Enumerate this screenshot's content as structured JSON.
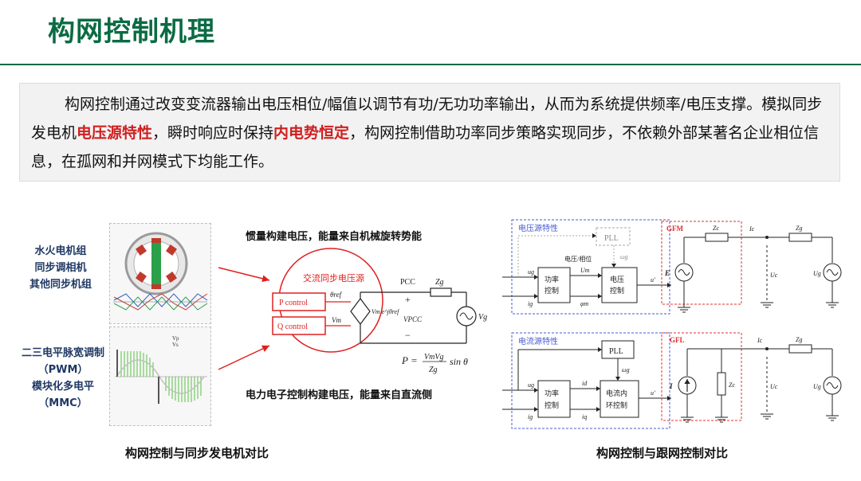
{
  "page": {
    "title": "构网控制机理"
  },
  "intro": {
    "part1": "构网控制通过改变变流器输出电压相位/幅值以调节有功/无功功率输出，从而为系统提供频率/电压支撑。模拟同步发电机",
    "hl1": "电压源特性",
    "part2": "，瞬时响应时保持",
    "hl2": "内电势恒定",
    "part3": "，构网控制借助功率同步策略实现同步，不依赖外部某著名企业相位信息，在孤网和并网模式下均能工作。"
  },
  "left": {
    "label1": [
      "水火电机组",
      "同步调相机",
      "其他同步机组"
    ],
    "label2": [
      "二三电平脉宽调制",
      "（PWM）",
      "模块化多电平",
      "（MMC）"
    ],
    "note_top": "惯量构建电压，能量来自机械旋转势能",
    "note_bottom": "电力电子控制构建电压，能量来自直流侧",
    "caption": "构网控制与同步发电机对比",
    "pwm_legend": [
      "Vp",
      "Vs"
    ],
    "circuit": {
      "source_label": "交流同步电压源",
      "p_control": "P control",
      "q_control": "Q control",
      "theta": "θref",
      "vm": "Vm",
      "source_expr": "Vm e^jθref",
      "pcc": "PCC",
      "zg": "Zg",
      "vpcc": "VPCC",
      "vg": "Vg",
      "plus": "+",
      "minus": "−",
      "formula_lhs": "P =",
      "formula_num": "VmVg",
      "formula_den": "Zg",
      "formula_tail": "sin θ"
    }
  },
  "right": {
    "caption": "构网控制与跟网控制对比",
    "gfm": {
      "region_label": "电压源特性",
      "pll": "PLL",
      "omega": "ωg",
      "ug": "ug",
      "ig": "ig",
      "block1": [
        "功率",
        "控制"
      ],
      "block2": [
        "电压",
        "控制"
      ],
      "um": "Um",
      "phi": "φm",
      "mid_label": "电压/相位",
      "uout": "u'",
      "type": "GFM",
      "zc": "Zc",
      "ic": "Ic",
      "zg": "Zg",
      "e": "E",
      "uc": "Uc",
      "ug_right": "Ug"
    },
    "gfl": {
      "region_label": "电流源特性",
      "pll": "PLL",
      "omega": "ωg",
      "ug": "ug",
      "ig": "ig",
      "block1": [
        "功率",
        "控制"
      ],
      "block2": [
        "电流内",
        "环控制"
      ],
      "id": "id",
      "iq": "iq",
      "uout": "u'",
      "type": "GFL",
      "zc": "Zc",
      "ic": "Ic",
      "zg": "Zg",
      "i": "I",
      "uc": "Uc",
      "ug_right": "Ug"
    }
  },
  "colors": {
    "brand": "#0b6b43",
    "highlight": "#d01f1f",
    "gfm_box": "#e03030",
    "ctrl_box": "#4a5bd0"
  }
}
